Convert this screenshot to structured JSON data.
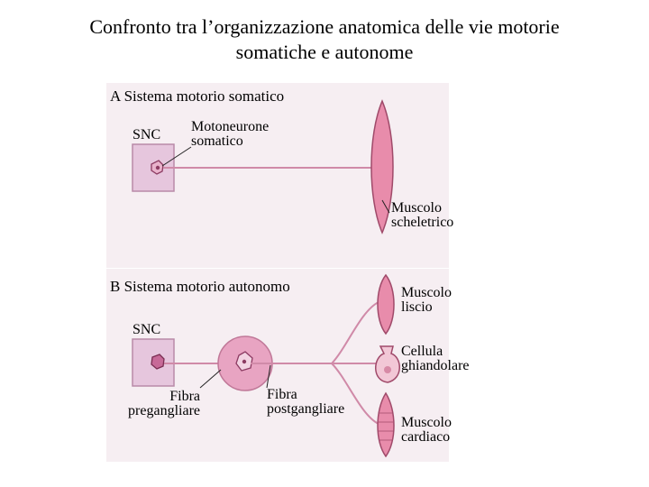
{
  "title": {
    "line1": "Confronto tra l’organizzazione anatomica delle vie motorie",
    "line2": "somatiche e autonome"
  },
  "panel_a": {
    "heading": "A Sistema motorio somatico",
    "cns_label": "SNC",
    "neuron_label_1": "Motoneurone",
    "neuron_label_2": "somatico",
    "target_label_1": "Muscolo",
    "target_label_2": "scheletrico"
  },
  "panel_b": {
    "heading": "B Sistema motorio autonomo",
    "cns_label": "SNC",
    "preganglionic_label_1": "Fibra",
    "preganglionic_label_2": "pregangliare",
    "postganglionic_label_1": "Fibra",
    "postganglionic_label_2": "postgangliare",
    "smooth_label_1": "Muscolo",
    "smooth_label_2": "liscio",
    "gland_label_1": "Cellula",
    "gland_label_2": "ghiandolare",
    "cardiac_label_1": "Muscolo",
    "cardiac_label_2": "cardiaco"
  },
  "colors": {
    "panel_bg": "#f6eef2",
    "box_fill": "#e6c6dd",
    "box_stroke": "#b88aa8",
    "fiber": "#d08aa8",
    "muscle_fill": "#e88cab",
    "muscle_stroke": "#a04a6a",
    "ganglion_fill": "#e8a4c2",
    "neuron_fill": "#c76a98"
  }
}
